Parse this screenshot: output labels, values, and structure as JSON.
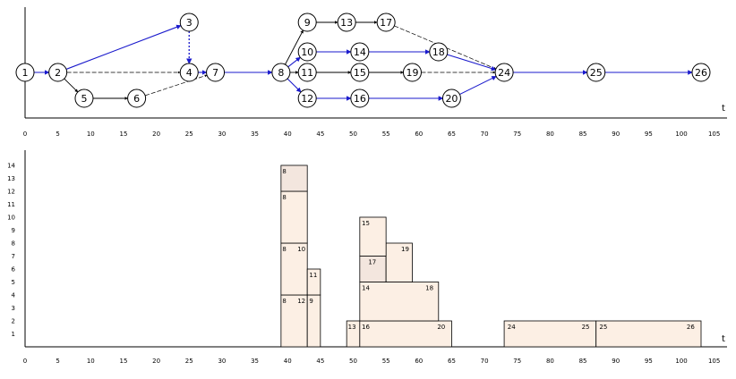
{
  "colors": {
    "arrow_blue": "#1a1acc",
    "arrow_black": "#000000",
    "bar_fill": "#fcefe4",
    "bar_fill_dark": "#f3e6de",
    "bar_stroke": "#000000"
  },
  "axis_label": "t",
  "ticks": [
    0,
    5,
    10,
    15,
    20,
    25,
    30,
    35,
    40,
    45,
    50,
    55,
    60,
    65,
    70,
    75,
    80,
    85,
    90,
    95,
    100,
    105
  ],
  "y_ticks": [
    1,
    2,
    3,
    4,
    5,
    6,
    7,
    8,
    9,
    10,
    11,
    12,
    13,
    14
  ],
  "network": {
    "nodes": [
      {
        "id": "1",
        "t": 0,
        "row": "mid"
      },
      {
        "id": "2",
        "t": 5,
        "row": "mid"
      },
      {
        "id": "3",
        "t": 25,
        "row": "top"
      },
      {
        "id": "4",
        "t": 25,
        "row": "mid"
      },
      {
        "id": "5",
        "t": 9,
        "row": "low"
      },
      {
        "id": "6",
        "t": 17,
        "row": "low"
      },
      {
        "id": "7",
        "t": 29,
        "row": "mid"
      },
      {
        "id": "8",
        "t": 39,
        "row": "mid"
      },
      {
        "id": "9",
        "t": 43,
        "row": "top"
      },
      {
        "id": "10",
        "t": 43,
        "row": "up1"
      },
      {
        "id": "11",
        "t": 43,
        "row": "mid"
      },
      {
        "id": "12",
        "t": 43,
        "row": "low"
      },
      {
        "id": "13",
        "t": 49,
        "row": "top"
      },
      {
        "id": "14",
        "t": 51,
        "row": "up1"
      },
      {
        "id": "15",
        "t": 51,
        "row": "mid"
      },
      {
        "id": "16",
        "t": 51,
        "row": "low"
      },
      {
        "id": "17",
        "t": 55,
        "row": "top"
      },
      {
        "id": "18",
        "t": 63,
        "row": "up1"
      },
      {
        "id": "19",
        "t": 59,
        "row": "mid"
      },
      {
        "id": "20",
        "t": 65,
        "row": "low"
      },
      {
        "id": "24",
        "t": 73,
        "row": "mid"
      },
      {
        "id": "25",
        "t": 87,
        "row": "mid"
      },
      {
        "id": "26",
        "t": 103,
        "row": "mid"
      }
    ],
    "edges": [
      {
        "from": "1",
        "to": "2",
        "style": "blue"
      },
      {
        "from": "2",
        "to": "3",
        "style": "blue"
      },
      {
        "from": "2",
        "to": "4",
        "style": "dashed"
      },
      {
        "from": "2",
        "to": "5",
        "style": "black"
      },
      {
        "from": "3",
        "to": "4",
        "style": "blue-dashed"
      },
      {
        "from": "4",
        "to": "7",
        "style": "blue"
      },
      {
        "from": "5",
        "to": "6",
        "style": "black"
      },
      {
        "from": "6",
        "to": "7",
        "style": "dashed"
      },
      {
        "from": "7",
        "to": "8",
        "style": "blue"
      },
      {
        "from": "8",
        "to": "9",
        "style": "black"
      },
      {
        "from": "8",
        "to": "10",
        "style": "blue"
      },
      {
        "from": "8",
        "to": "11",
        "style": "black"
      },
      {
        "from": "8",
        "to": "12",
        "style": "blue"
      },
      {
        "from": "9",
        "to": "13",
        "style": "black"
      },
      {
        "from": "10",
        "to": "14",
        "style": "blue"
      },
      {
        "from": "11",
        "to": "15",
        "style": "black"
      },
      {
        "from": "12",
        "to": "16",
        "style": "blue"
      },
      {
        "from": "13",
        "to": "17",
        "style": "black"
      },
      {
        "from": "14",
        "to": "18",
        "style": "blue"
      },
      {
        "from": "15",
        "to": "19",
        "style": "black"
      },
      {
        "from": "16",
        "to": "20",
        "style": "blue"
      },
      {
        "from": "17",
        "to": "24",
        "style": "dashed"
      },
      {
        "from": "18",
        "to": "24",
        "style": "blue"
      },
      {
        "from": "19",
        "to": "24",
        "style": "dashed"
      },
      {
        "from": "20",
        "to": "24",
        "style": "blue"
      },
      {
        "from": "24",
        "to": "25",
        "style": "blue"
      },
      {
        "from": "25",
        "to": "26",
        "style": "blue"
      }
    ]
  },
  "load_chart": {
    "blocks": [
      {
        "t0": 39,
        "t1": 43,
        "y0": 0,
        "y1": 4,
        "labels": [
          {
            "text": "8",
            "t": 39.2
          },
          {
            "text": "12",
            "t": 41.5
          }
        ]
      },
      {
        "t0": 39,
        "t1": 43,
        "y0": 4,
        "y1": 8,
        "labels": [
          {
            "text": "8",
            "t": 39.2
          },
          {
            "text": "10",
            "t": 41.5
          }
        ]
      },
      {
        "t0": 39,
        "t1": 43,
        "y0": 8,
        "y1": 12,
        "labels": [
          {
            "text": "8",
            "t": 39.2
          }
        ]
      },
      {
        "t0": 39,
        "t1": 43,
        "y0": 12,
        "y1": 14,
        "labels": [
          {
            "text": "8",
            "t": 39.2
          }
        ],
        "shade": "dark"
      },
      {
        "t0": 43,
        "t1": 45,
        "y0": 0,
        "y1": 4,
        "labels": [
          {
            "text": "9",
            "t": 43.3
          }
        ]
      },
      {
        "t0": 43,
        "t1": 45,
        "y0": 4,
        "y1": 6,
        "labels": [
          {
            "text": "11",
            "t": 43.3
          }
        ]
      },
      {
        "t0": 49,
        "t1": 51,
        "y0": 0,
        "y1": 2,
        "labels": [
          {
            "text": "13",
            "t": 49.2
          }
        ]
      },
      {
        "t0": 51,
        "t1": 65,
        "y0": 0,
        "y1": 2,
        "labels": [
          {
            "text": "16",
            "t": 51.3
          },
          {
            "text": "20",
            "t": 62.8
          }
        ]
      },
      {
        "t0": 51,
        "t1": 63,
        "y0": 2,
        "y1": 5,
        "labels": [
          {
            "text": "14",
            "t": 51.3
          },
          {
            "text": "18",
            "t": 61.0
          }
        ]
      },
      {
        "t0": 51,
        "t1": 55,
        "y0": 5,
        "y1": 7,
        "labels": [
          {
            "text": "17",
            "t": 52.3
          }
        ],
        "shade": "dark"
      },
      {
        "t0": 55,
        "t1": 59,
        "y0": 5,
        "y1": 8,
        "labels": [
          {
            "text": "19",
            "t": 57.3
          }
        ]
      },
      {
        "t0": 51,
        "t1": 55,
        "y0": 7,
        "y1": 10,
        "labels": [
          {
            "text": "15",
            "t": 51.3
          }
        ]
      },
      {
        "t0": 73,
        "t1": 87,
        "y0": 0,
        "y1": 2,
        "labels": [
          {
            "text": "24",
            "t": 73.5
          },
          {
            "text": "25",
            "t": 84.8
          }
        ]
      },
      {
        "t0": 87,
        "t1": 103,
        "y0": 0,
        "y1": 2,
        "labels": [
          {
            "text": "25",
            "t": 87.5
          },
          {
            "text": "26",
            "t": 100.8
          }
        ]
      }
    ]
  }
}
